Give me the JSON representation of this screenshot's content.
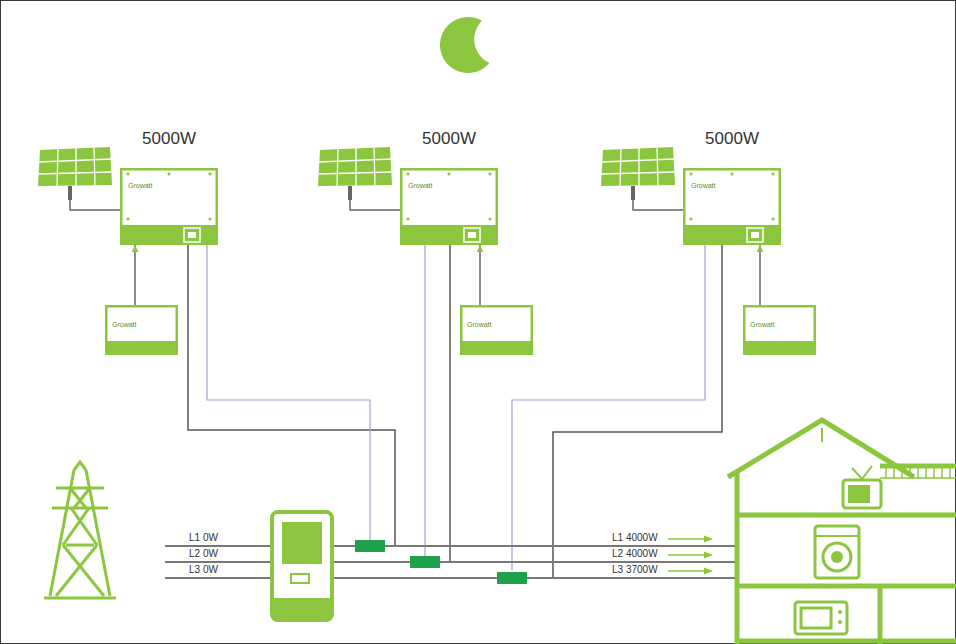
{
  "diagram": {
    "nodes": [
      {
        "text": [
          "5000W",
          "Growatt"
        ]
      },
      {
        "text": [
          "Growatt"
        ]
      },
      {
        "text": [
          "5000W",
          "Growatt"
        ]
      },
      {
        "text": [
          "Growatt"
        ]
      },
      {
        "text": [
          "5000W",
          "Growatt"
        ]
      },
      {
        "text": [
          "Growatt"
        ]
      }
    ],
    "edges": [
      {
        "from": 1,
        "to": 0,
        "arrow": "to"
      },
      {
        "from": 3,
        "to": 2,
        "arrow": "to"
      },
      {
        "from": 5,
        "to": 4,
        "arrow": "to"
      }
    ],
    "labels": [
      "L1 0W",
      "L2 0W",
      "L3 0W",
      "L1 4000W",
      "L2 4000W",
      "L3 3700W"
    ]
  }
}
